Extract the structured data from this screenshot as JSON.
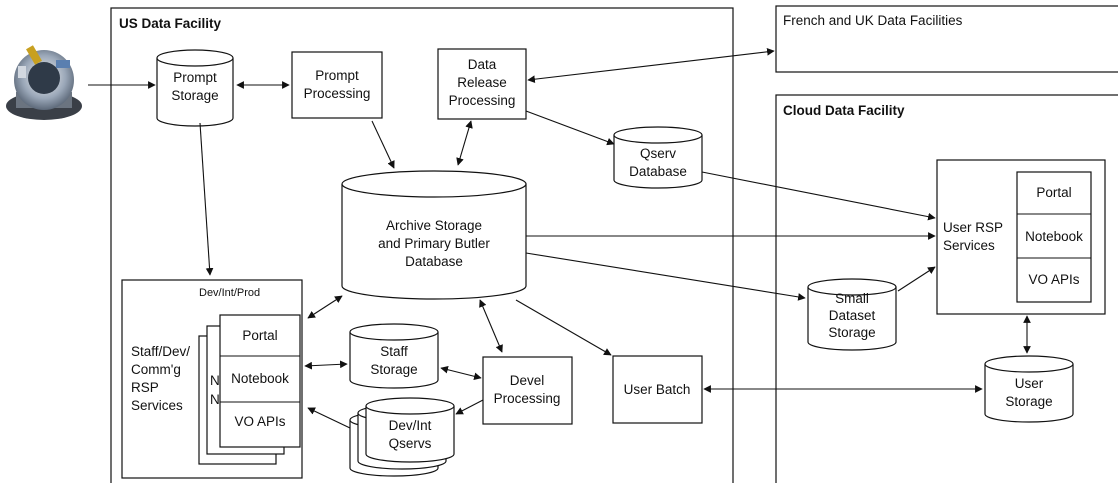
{
  "facilities": {
    "us": "US Data Facility",
    "french_uk": "French and UK Data Facilities",
    "cloud": "Cloud Data Facility"
  },
  "nodes": {
    "prompt_storage": [
      "Prompt",
      "Storage"
    ],
    "prompt_processing": [
      "Prompt",
      "Processing"
    ],
    "data_release_processing": [
      "Data",
      "Release",
      "Processing"
    ],
    "qserv_database": [
      "Qserv",
      "Database"
    ],
    "archive_storage": [
      "Archive Storage",
      "and Primary Butler",
      "Database"
    ],
    "dev_int_prod": "Dev/Int/Prod",
    "staff_rsp": [
      "Staff/Dev/",
      "Comm'g",
      "RSP",
      "Services"
    ],
    "staff_panels": [
      "Portal",
      "Notebook",
      "VO APIs"
    ],
    "stack_peek": [
      "N",
      "N"
    ],
    "staff_storage": [
      "Staff",
      "Storage"
    ],
    "devel_processing": [
      "Devel",
      "Processing"
    ],
    "dev_int_qservs": [
      "Dev/Int",
      "Qservs"
    ],
    "user_batch": "User Batch",
    "small_dataset_storage": [
      "Small",
      "Dataset",
      "Storage"
    ],
    "user_rsp": [
      "User RSP",
      "Services"
    ],
    "user_panels": [
      "Portal",
      "Notebook",
      "VO APIs"
    ],
    "user_storage": [
      "User",
      "Storage"
    ]
  },
  "telescope_image": "telescope"
}
